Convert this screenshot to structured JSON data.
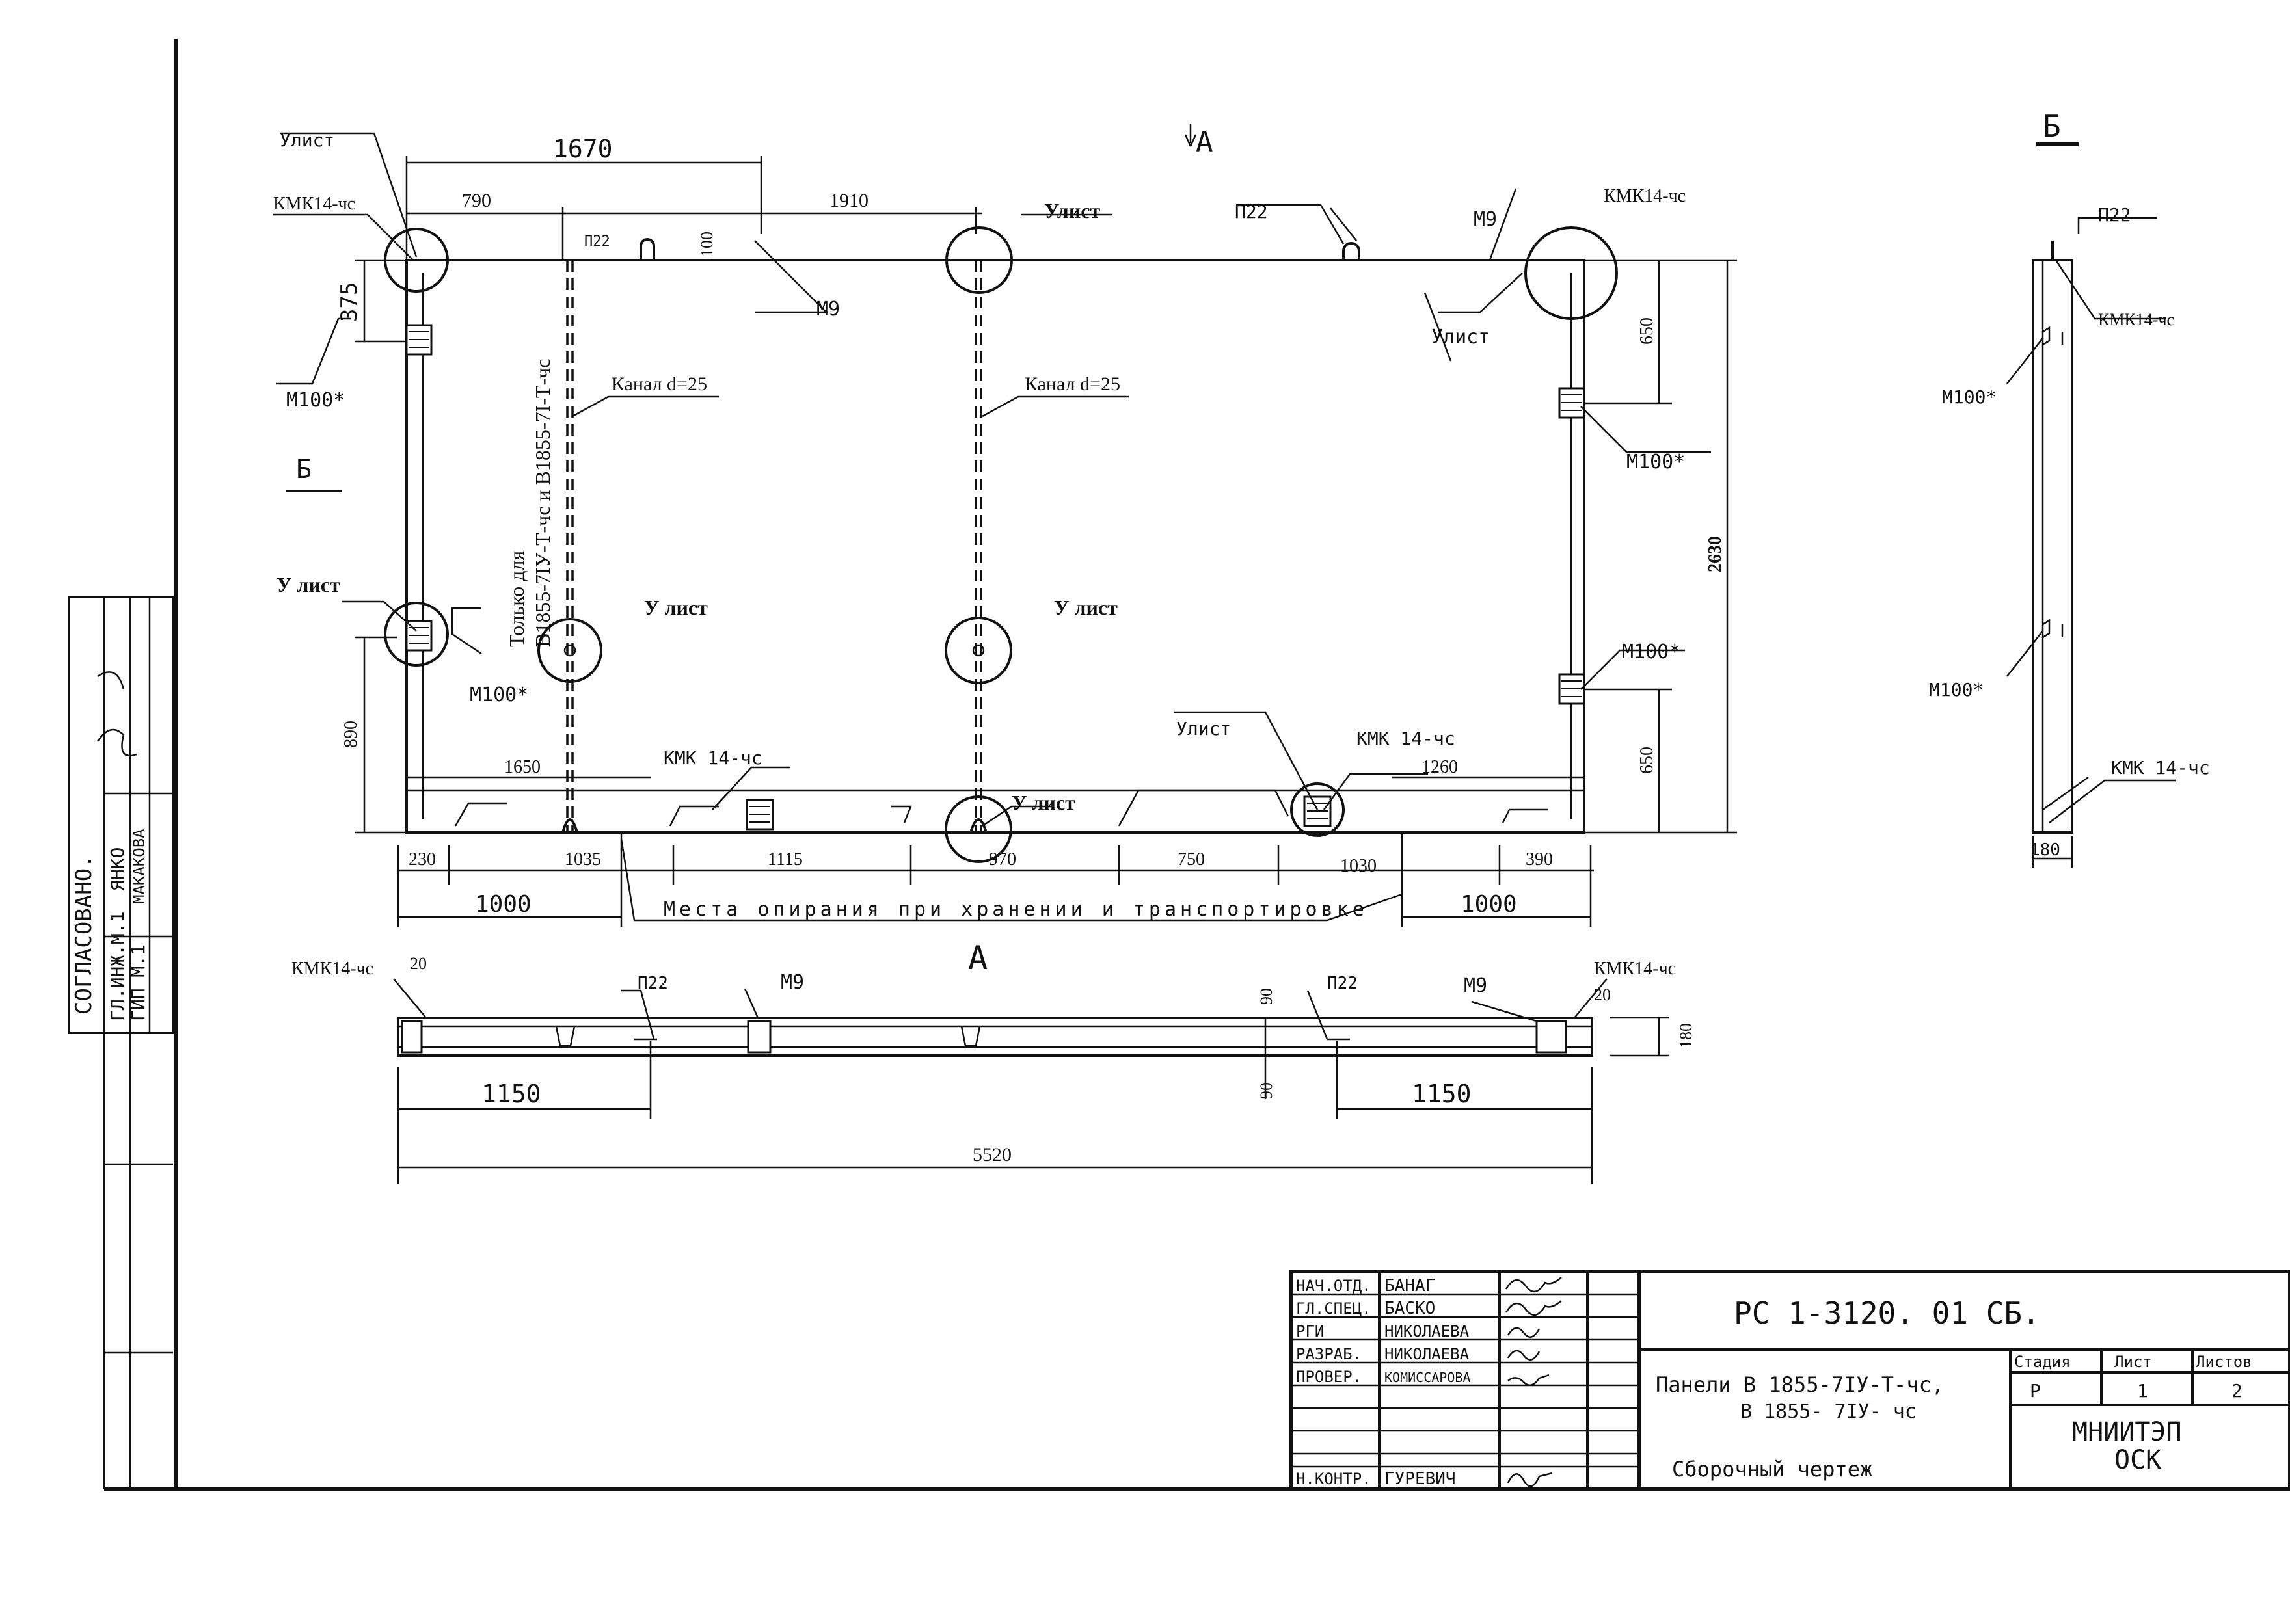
{
  "doc": {
    "code": "РС 1-3120. 01 СБ.",
    "title_line1": "Панели В 1855-7ІУ-Т-чс,",
    "title_line2": "В 1855- 7ІУ- чс",
    "subtitle": "Сборочный чертеж",
    "org_line1": "МНИИТЭП",
    "org_line2": "ОСК"
  },
  "sheet": {
    "stage_label": "Стадия",
    "sheet_label": "Лист",
    "sheets_label": "Листов",
    "stage_value": "Р",
    "sheet_value": "1",
    "sheets_value": "2"
  },
  "approvals": [
    {
      "role": "НАЧ.ОТД.",
      "name": "БАНАГ"
    },
    {
      "role": "ГЛ.СПЕЦ.",
      "name": "БАСКО"
    },
    {
      "role": "РГИ",
      "name": "НИКОЛАЕВА"
    },
    {
      "role": "РАЗРАБ.",
      "name": "НИКОЛАЕВА"
    },
    {
      "role": "ПРОВЕР.",
      "name": "КОМИССАРОВА"
    },
    {
      "role": "Н.КОНТР.",
      "name": "ГУРЕВИЧ"
    }
  ],
  "agreed": {
    "header": "СОГЛАСОВАНО.",
    "rows": [
      {
        "role": "ГЛ.ИНЖ.М.1",
        "name": "ЯНКО"
      },
      {
        "role": "ГИП М.1",
        "name": "МАКАКОВА"
      }
    ]
  },
  "labels": {
    "ulist": "Улист",
    "ulist2": "У лист",
    "kmk": "КМК14-чс",
    "kmk2": "КМК 14-чс",
    "m9": "М9",
    "m100": "М100*",
    "p22": "П22",
    "kanal": "Канал d=25",
    "section_a": "А",
    "section_b": "Б",
    "only_for_1": "Только для",
    "only_for_2": "В1855-7ІУ-Т-чс и В1855-7І-Т-чс",
    "support": "Места опирания при хранении и транспортировке"
  },
  "dims": {
    "d1670": "1670",
    "d790": "790",
    "d1910": "1910",
    "d100": "100",
    "d375": "375",
    "d890": "890",
    "d650a": "650",
    "d650b": "650",
    "d2630": "2630",
    "d1650": "1650",
    "d1260": "1260",
    "d230": "230",
    "d1035": "1035",
    "d1115": "1115",
    "d970": "970",
    "d750": "750",
    "d1030": "1030",
    "d390": "390",
    "d1000a": "1000",
    "d1000b": "1000",
    "d20a": "20",
    "d20b": "20",
    "d90a": "90",
    "d90b": "90",
    "d180a": "180",
    "d1150a": "1150",
    "d1150b": "1150",
    "d5520": "5520",
    "d180b": "180"
  }
}
